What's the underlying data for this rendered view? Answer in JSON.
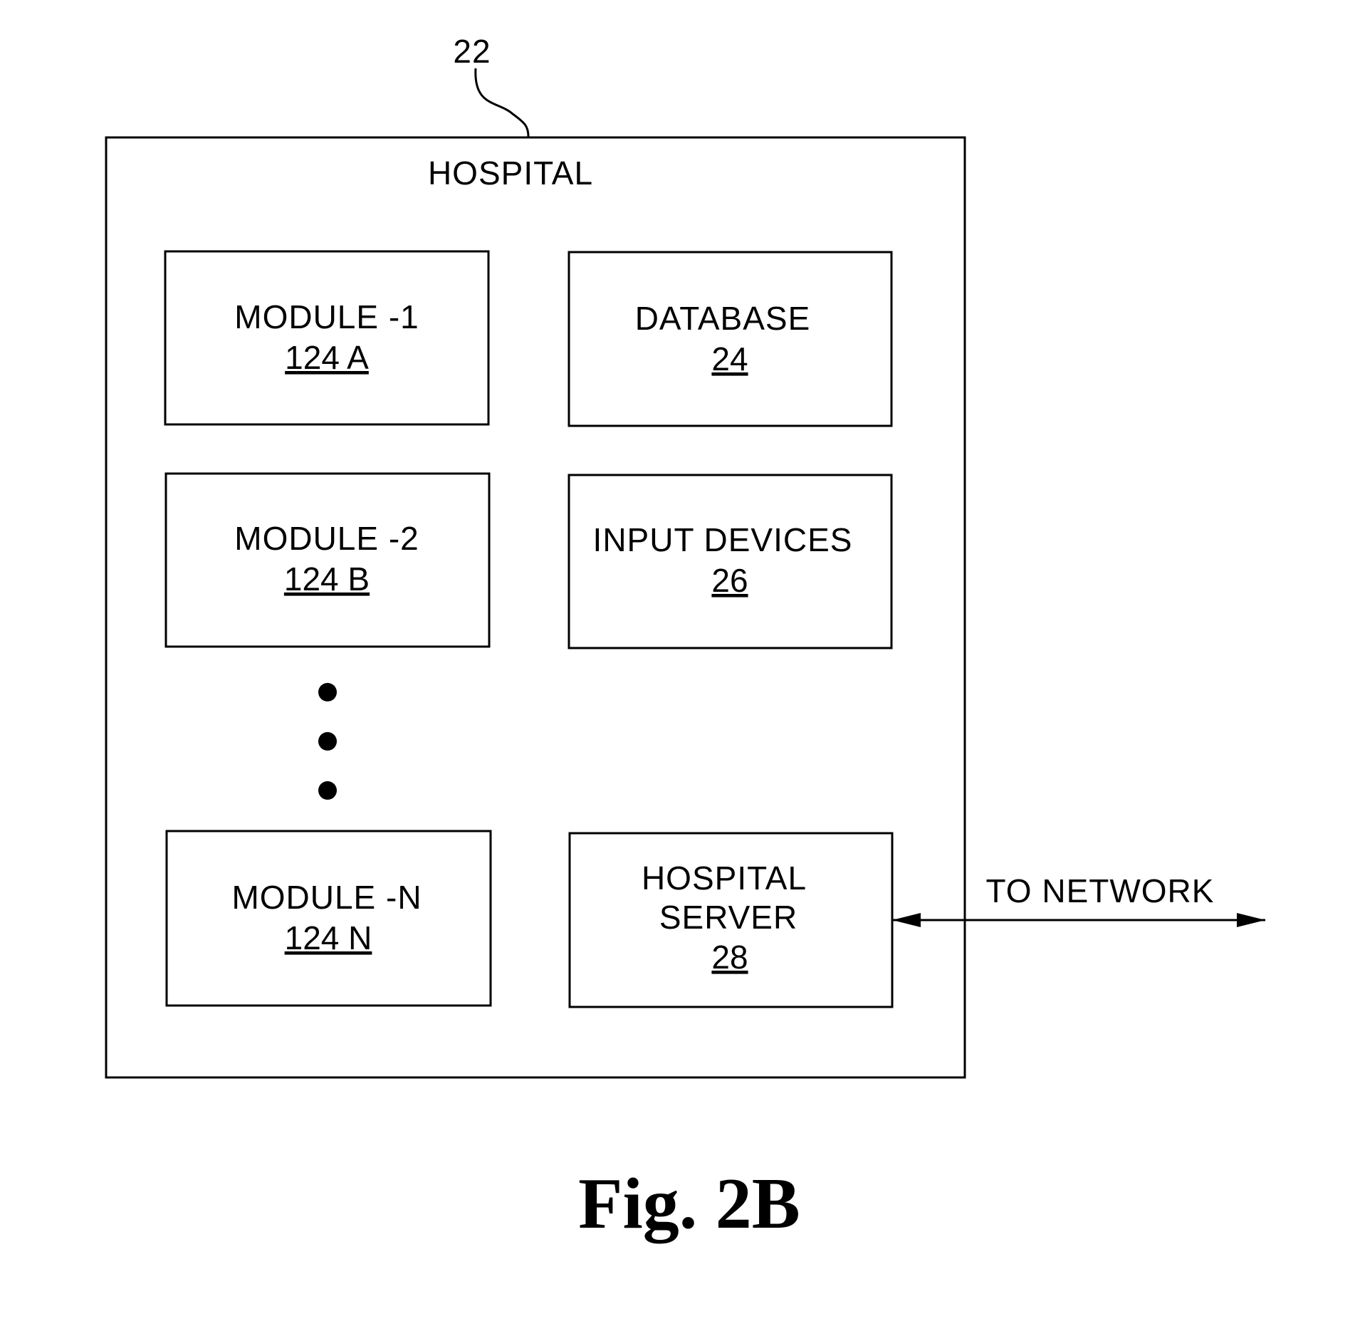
{
  "figure": {
    "ref": "22",
    "title": "HOSPITAL",
    "caption": "Fig. 2B"
  },
  "boxes": {
    "module_1": {
      "name": "MODULE -1",
      "ref": "124 A"
    },
    "module_2": {
      "name": "MODULE -2",
      "ref": "124 B"
    },
    "module_n": {
      "name": "MODULE -N",
      "ref": "124 N"
    },
    "database": {
      "name": "DATABASE",
      "ref": "24"
    },
    "input_devices": {
      "name": "INPUT DEVICES",
      "ref": "26"
    },
    "hospital_server": {
      "line1": "HOSPITAL",
      "line2": "SERVER",
      "ref": "28"
    }
  },
  "connection": {
    "label": "TO NETWORK"
  },
  "colors": {
    "ink": "#000000",
    "background": "#ffffff"
  }
}
